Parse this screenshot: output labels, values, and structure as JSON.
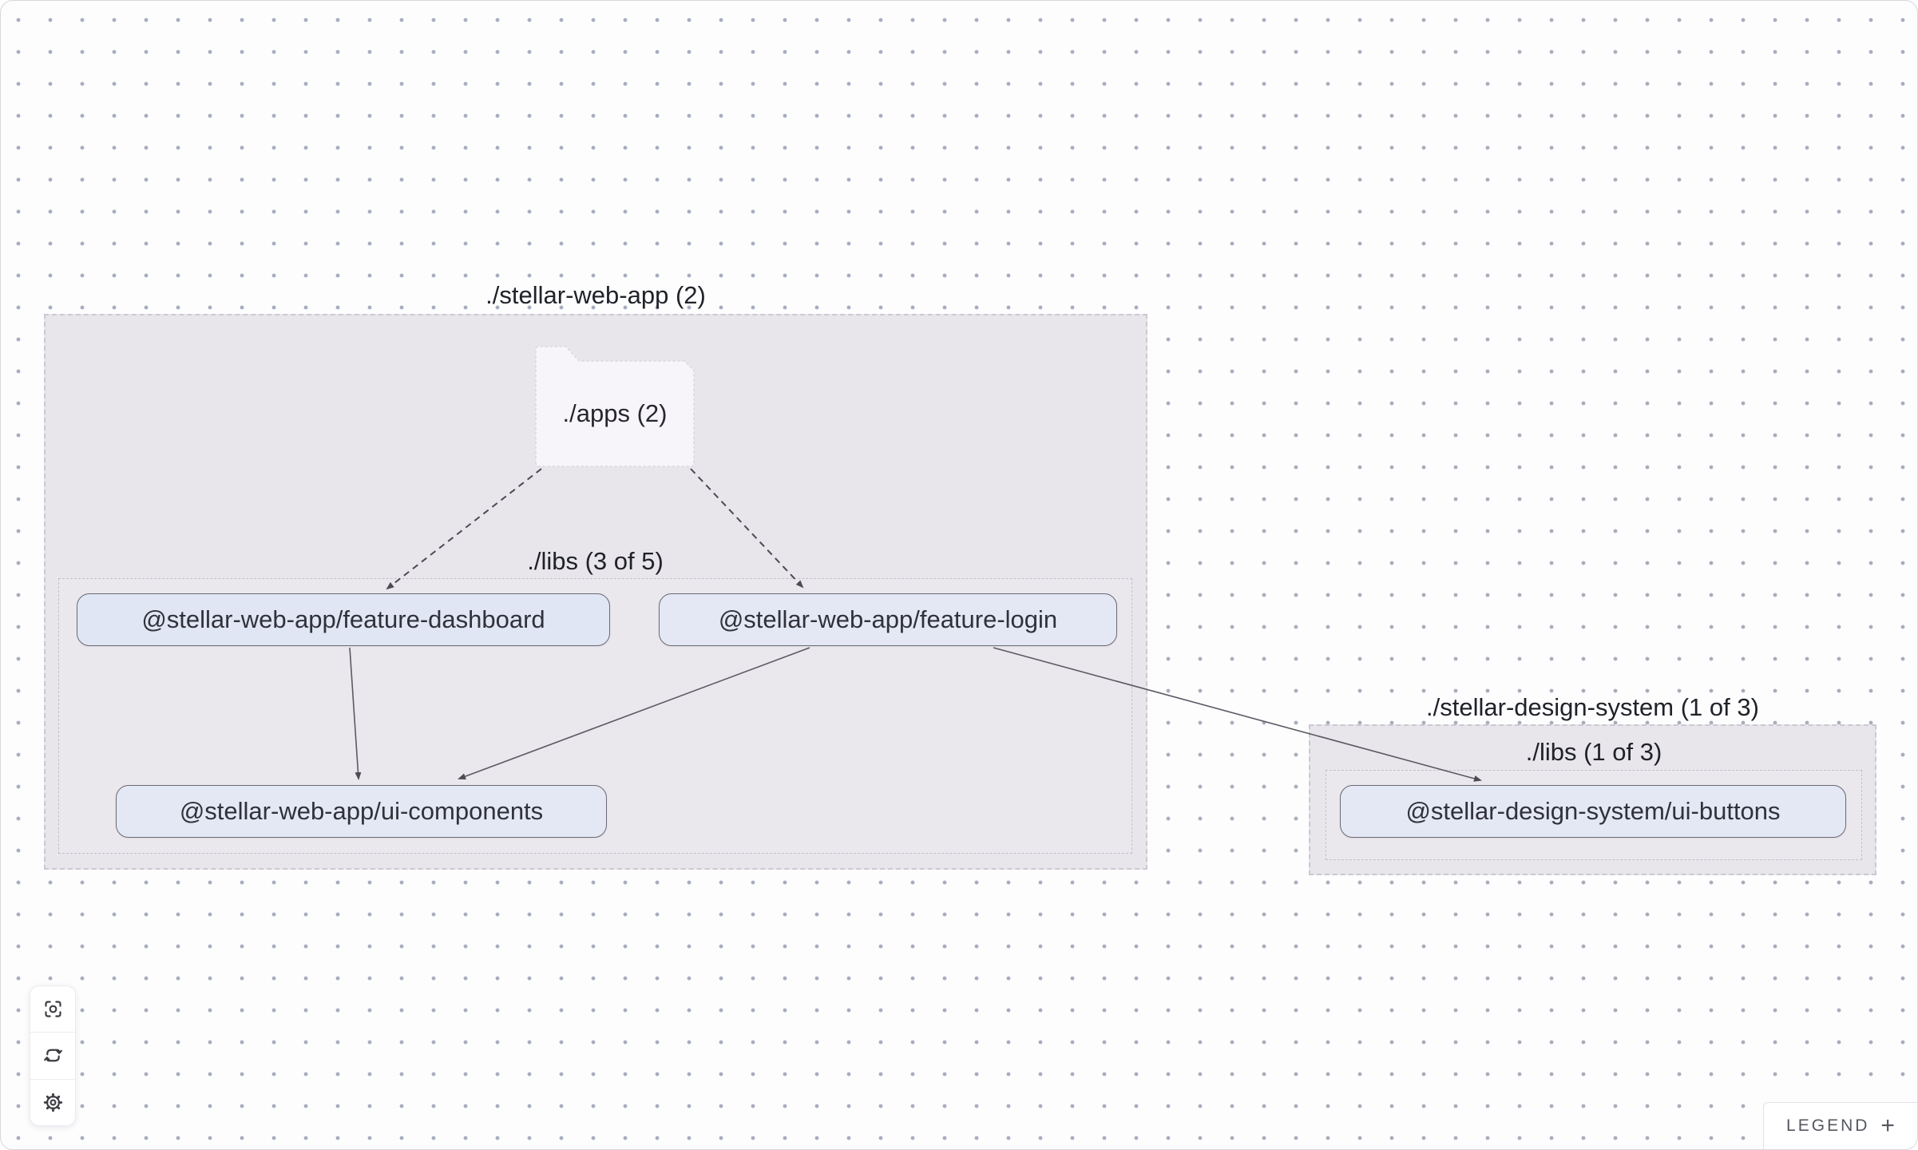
{
  "canvas": {
    "background": "#fdfdfe",
    "dot_color": "#a6adbc",
    "group_fill": "#e8e6eb",
    "node_fill": "#e4e8f4",
    "node_border": "#6a6974",
    "edge_color": "#53535d"
  },
  "graph": {
    "groups": [
      {
        "label": "./stellar-web-app (2)"
      },
      {
        "label": "./stellar-design-system (1 of 3)"
      }
    ],
    "subgroups": [
      {
        "label": "./libs (3 of 5)"
      },
      {
        "label": "./libs (1 of 3)"
      }
    ],
    "folder_node": {
      "label": "./apps (2)"
    },
    "nodes": [
      {
        "label": "@stellar-web-app/feature-dashboard"
      },
      {
        "label": "@stellar-web-app/feature-login"
      },
      {
        "label": "@stellar-web-app/ui-components"
      },
      {
        "label": "@stellar-design-system/ui-buttons"
      }
    ],
    "edges": [
      {
        "from": "./apps",
        "to": "@stellar-web-app/feature-dashboard",
        "style": "dashed"
      },
      {
        "from": "./apps",
        "to": "@stellar-web-app/feature-login",
        "style": "dashed"
      },
      {
        "from": "@stellar-web-app/feature-dashboard",
        "to": "@stellar-web-app/ui-components",
        "style": "solid"
      },
      {
        "from": "@stellar-web-app/feature-login",
        "to": "@stellar-web-app/ui-components",
        "style": "solid"
      },
      {
        "from": "@stellar-web-app/feature-login",
        "to": "@stellar-design-system/ui-buttons",
        "style": "solid"
      }
    ]
  },
  "toolbar": {
    "buttons": [
      {
        "name": "focus"
      },
      {
        "name": "refresh"
      },
      {
        "name": "settings"
      }
    ]
  },
  "legend": {
    "label": "LEGEND",
    "toggle": "+"
  }
}
